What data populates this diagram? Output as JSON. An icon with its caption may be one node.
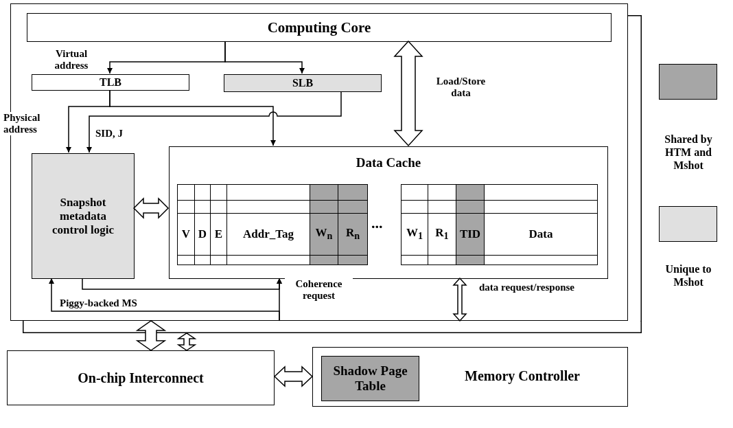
{
  "diagram": {
    "nodes": [
      {
        "text": [],
        "shape": "box"
      },
      {
        "text": [],
        "shape": "box"
      },
      {
        "text": [
          "Computing Core"
        ],
        "in": 1
      },
      {
        "text": [
          "TLB"
        ],
        "in": 1
      },
      {
        "text": [
          "SLB"
        ],
        "in": 1
      },
      {
        "text": [
          "Snapshot metadata control logic"
        ],
        "in": 1
      },
      {
        "text": [
          "Data Cache"
        ],
        "in": 1
      },
      {
        "text": [
          "On-chip Interconnect"
        ]
      },
      {
        "text": [
          "Memory Controller"
        ]
      },
      {
        "text": [
          "Shadow Page Table"
        ],
        "in": 8
      }
    ],
    "edges": [
      {
        "from": 2,
        "to": 3,
        "arrow": "to",
        "label": "Virtual address"
      },
      {
        "from": 2,
        "to": 4,
        "arrow": "to"
      },
      {
        "from": 3,
        "to": 5,
        "arrow": "to",
        "label": "Physical address"
      },
      {
        "from": 3,
        "to": 6,
        "arrow": "to"
      },
      {
        "from": 4,
        "to": 5,
        "arrow": "to",
        "label": "SID, J"
      },
      {
        "from": 2,
        "to": 6,
        "arrow": "both",
        "label": "Load/Store data"
      },
      {
        "from": 5,
        "to": 6,
        "arrow": "both"
      },
      {
        "from": 5,
        "to": 6,
        "arrow": "to"
      },
      {
        "from": 1,
        "to": 6,
        "arrow": "to",
        "label": "Coherence request"
      },
      {
        "from": 1,
        "to": 5,
        "arrow": "to",
        "label": "Piggy-backed MS"
      },
      {
        "from": 6,
        "to": null,
        "arrow": "both",
        "label": "data request/response"
      },
      {
        "from": 7,
        "to": 1,
        "arrow": "both"
      },
      {
        "from": 7,
        "to": 0,
        "arrow": "both"
      },
      {
        "from": 7,
        "to": 8,
        "arrow": "both"
      }
    ],
    "labels": [
      "V",
      "D",
      "E",
      "Addr_Tag",
      "W$_{n}$",
      "R$_{n}$",
      "...",
      "W$_{1}$",
      "R$_{1}$",
      "TID",
      "Data"
    ],
    "legend": [
      {
        "text": "Shared by HTM and Mshot",
        "color": "#a6a6a6"
      },
      {
        "text": "Unique to Mshot",
        "color": "#e0e0e0"
      }
    ]
  }
}
